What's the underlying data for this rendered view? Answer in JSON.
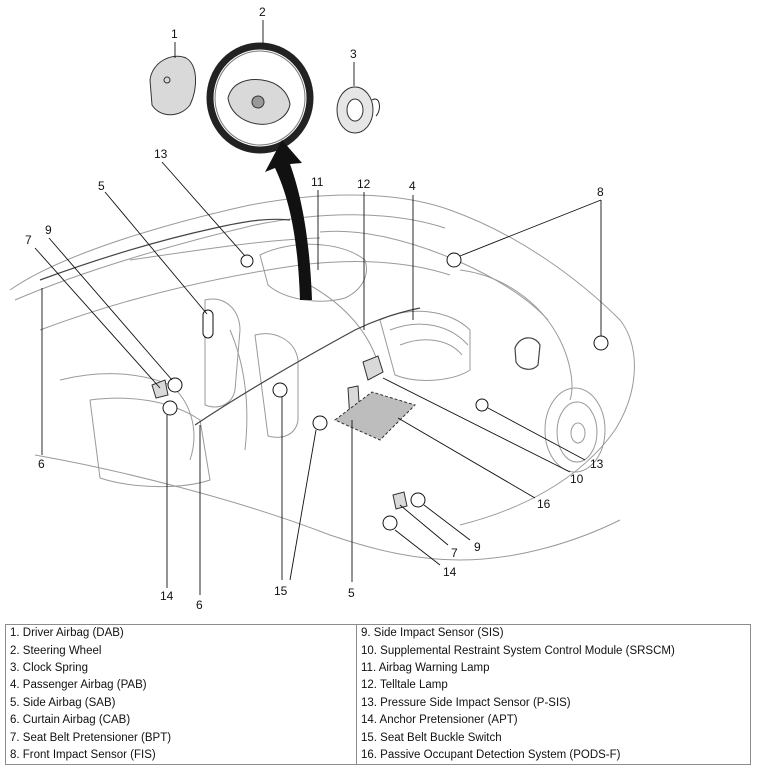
{
  "callouts": [
    "1",
    "2",
    "3",
    "4",
    "5",
    "6",
    "7",
    "8",
    "9",
    "10",
    "11",
    "12",
    "13",
    "14",
    "15",
    "16"
  ],
  "legend": [
    [
      "1. Driver Airbag (DAB)",
      "9. Side Impact Sensor (SIS)"
    ],
    [
      "2. Steering Wheel",
      "10. Supplemental Restraint System Control Module (SRSCM)"
    ],
    [
      "3. Clock Spring",
      "11. Airbag Warning Lamp"
    ],
    [
      "4. Passenger Airbag (PAB)",
      "12. Telltale Lamp"
    ],
    [
      "5. Side Airbag (SAB)",
      "13. Pressure Side Impact Sensor (P-SIS)"
    ],
    [
      "6. Curtain Airbag (CAB)",
      "14. Anchor Pretensioner (APT)"
    ],
    [
      "7. Seat Belt Pretensioner (BPT)",
      "15. Seat Belt Buckle Switch"
    ],
    [
      "8. Front Impact Sensor (FIS)",
      "16. Passive Occupant Detection System (PODS-F)"
    ]
  ]
}
